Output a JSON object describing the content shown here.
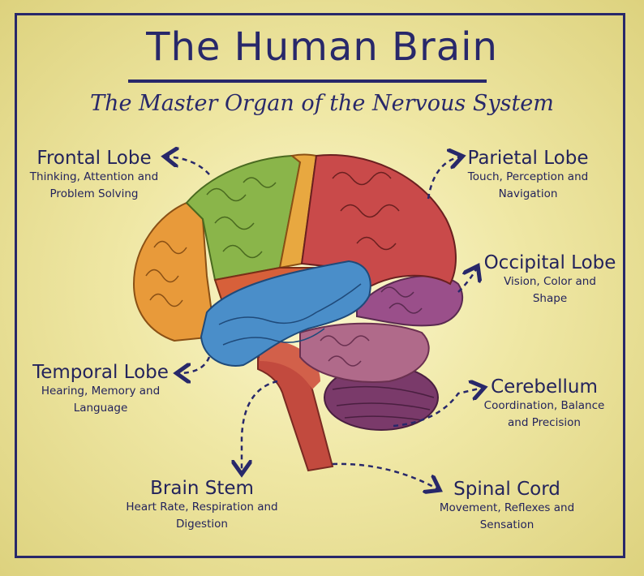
{
  "title": "The Human Brain",
  "subtitle": "The Master Organ of the Nervous System",
  "regions": {
    "frontal": {
      "name": "Frontal Lobe",
      "desc_line1": "Thinking, Attention and",
      "desc_line2": "Problem Solving",
      "color": "#8ab54a"
    },
    "parietal": {
      "name": "Parietal Lobe",
      "desc_line1": "Touch, Perception and",
      "desc_line2": "Navigation",
      "color": "#c94a4a"
    },
    "occipital": {
      "name": "Occipital Lobe",
      "desc_line1": "Vision, Color and",
      "desc_line2": "Shape",
      "color": "#9a4f8a"
    },
    "temporal": {
      "name": "Temporal Lobe",
      "desc_line1": "Hearing, Memory and",
      "desc_line2": "Language",
      "color": "#4a8ec9"
    },
    "cerebellum": {
      "name": "Cerebellum",
      "desc_line1": "Coordination, Balance",
      "desc_line2": "and Precision",
      "color": "#a2587a"
    },
    "brainstem": {
      "name": "Brain Stem",
      "desc_line1": "Heart Rate, Respiration and",
      "desc_line2": "Digestion",
      "color": "#c24a3e"
    },
    "spinal": {
      "name": "Spinal Cord",
      "desc_line1": "Movement, Reflexes and",
      "desc_line2": "Sensation",
      "color": "#b8412f"
    }
  },
  "colors": {
    "ink": "#28286a",
    "frontal_orange": "#e89a3a",
    "background": "#efe7a4"
  }
}
